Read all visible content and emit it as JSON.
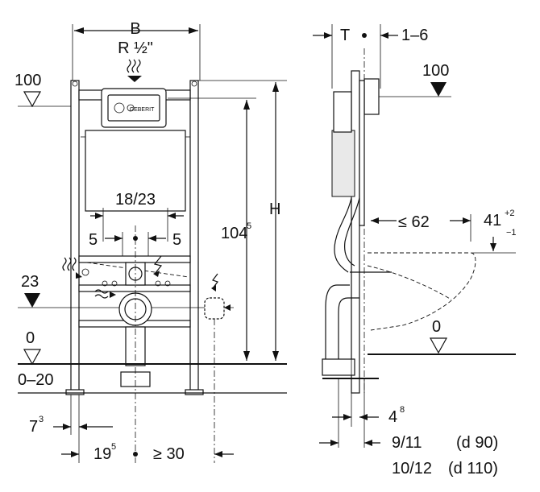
{
  "labels": {
    "width_b": "B",
    "connection": "R ½\"",
    "finished_wall_100_left": "100",
    "finished_wall_100_right": "100",
    "height_h": "H",
    "height_1045": "104",
    "height_1045_sup": "5",
    "pipe_spacing": "18/23",
    "offset_5_left": "5",
    "offset_5_right": "5",
    "level_23": "23",
    "floor_0_left": "0",
    "floor_0_right": "0",
    "floor_range": "0–20",
    "dim_73": "7",
    "dim_73_sup": "3",
    "dim_195": "19",
    "dim_195_sup": "5",
    "dim_ge30": "≥ 30",
    "depth_t": "T",
    "depth_range": "1–6",
    "bowl_projection": "≤ 62",
    "bowl_height": "41",
    "bowl_height_tol_plus": "+2",
    "bowl_height_tol_minus": "−1",
    "dim_48": "4",
    "dim_48_sup": "8",
    "dim_911": "9/11",
    "pipe_d90": "(d 90)",
    "dim_1012": "10/12",
    "pipe_d110": "(d 110)"
  },
  "icons": [
    "water-inlet-icon",
    "electrical-icon",
    "level-triangle-icon",
    "plumb-arrow-icon"
  ]
}
